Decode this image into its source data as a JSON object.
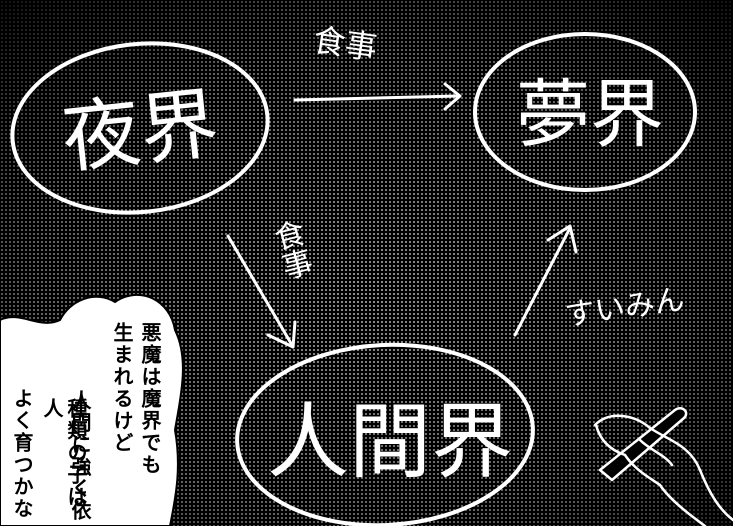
{
  "realms": {
    "left": "夜界",
    "right": "夢界",
    "bottom": "人間界"
  },
  "arrow_labels": {
    "top": "食事",
    "diagonal": "食事",
    "sleep": "すいみん"
  },
  "speech": {
    "col1": "悪魔は魔界でも",
    "col2": "生まれるけど",
    "col3": "人間に強く依",
    "col4": "種類の子は人",
    "col5": "よく育つかな"
  },
  "colors": {
    "background": "#000000",
    "chalk": "#ffffff",
    "bubble": "#ffffff"
  }
}
